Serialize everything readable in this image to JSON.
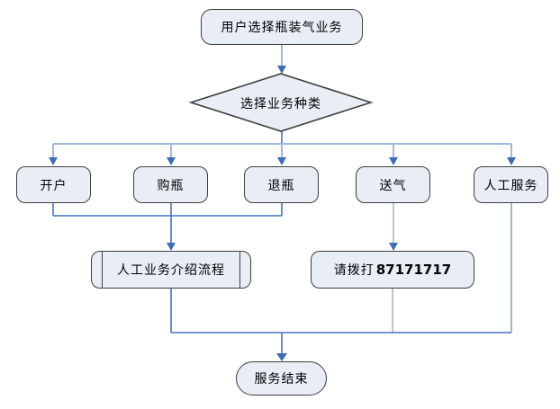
{
  "colors": {
    "background": "#FFFFFF",
    "node_fill": "#E8EDF6",
    "node_border": "#3F3F3F",
    "connector_blue": "#4573C4",
    "connector_light": "#9DB7DE",
    "connector_gray": "#8E9DB4",
    "arrowhead": "#3E6CB5",
    "text": "#000000"
  },
  "flowchart": {
    "start": {
      "label": "用户选择瓶装气业务",
      "shape": "rounded-rectangle"
    },
    "decision": {
      "label": "选择业务种类",
      "shape": "diamond"
    },
    "options": [
      {
        "label": "开户"
      },
      {
        "label": "购瓶"
      },
      {
        "label": "退瓶"
      },
      {
        "label": "送气"
      },
      {
        "label": "人工服务"
      }
    ],
    "manual_process": {
      "label": "人工业务介绍流程",
      "shape": "predefined-process"
    },
    "call_process": {
      "label_prefix": "请拨打",
      "phone_number": "87171717",
      "shape": "rounded-rectangle"
    },
    "end": {
      "label": "服务结束",
      "shape": "terminator"
    }
  }
}
